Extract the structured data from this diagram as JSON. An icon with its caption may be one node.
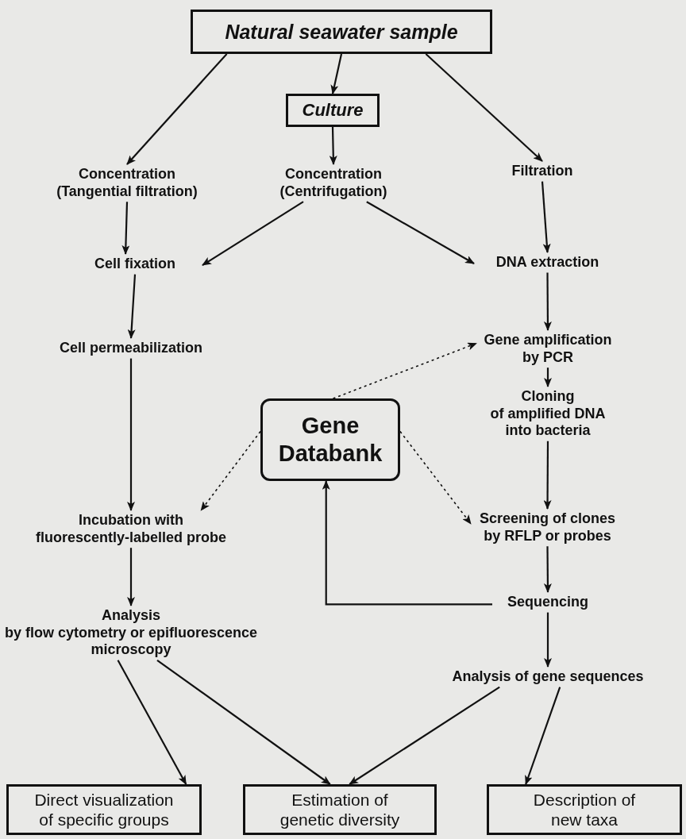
{
  "diagram": {
    "nodes": [
      {
        "text": [
          "Natural seawater sample"
        ]
      },
      {
        "text": [
          "Culture"
        ]
      },
      {
        "text": [
          "Concentration (Tangential filtration)"
        ]
      },
      {
        "text": [
          "Concentration (Centrifugation)"
        ]
      },
      {
        "text": [
          "Filtration"
        ]
      },
      {
        "text": [
          "Cell fixation"
        ]
      },
      {
        "text": [
          "DNA extraction"
        ]
      },
      {
        "text": [
          "Cell permeabilization"
        ]
      },
      {
        "text": [
          "Gene amplification by PCR"
        ]
      },
      {
        "text": [
          "Gene Databank"
        ]
      },
      {
        "text": [
          "Cloning",
          "of amplified DNA into bacteria"
        ]
      },
      {
        "text": [
          "Incubation with fluorescently-labelled probe"
        ]
      },
      {
        "text": [
          "Screening of clones by RFLP or probes"
        ]
      },
      {
        "text": [
          "Sequencing"
        ]
      },
      {
        "text": [
          "Analysis",
          "by flow cytometry or epifluorescence microscopy"
        ]
      },
      {
        "text": [
          "Analysis of gene sequences"
        ]
      },
      {
        "text": [
          "Direct visualization of specific groups"
        ]
      },
      {
        "text": [
          "Estimation of genetic diversity"
        ]
      },
      {
        "text": [
          "Description of new taxa"
        ]
      }
    ],
    "edges": [
      {
        "from": 0,
        "to": 2,
        "arrow": "to"
      },
      {
        "from": 0,
        "to": 1,
        "arrow": "to"
      },
      {
        "from": 0,
        "to": 4,
        "arrow": "to"
      },
      {
        "from": 1,
        "to": 3,
        "arrow": "to"
      },
      {
        "from": 2,
        "to": 5,
        "arrow": "to"
      },
      {
        "from": 3,
        "to": 5,
        "arrow": "to"
      },
      {
        "from": 3,
        "to": 6,
        "arrow": "to"
      },
      {
        "from": 4,
        "to": 6,
        "arrow": "to"
      },
      {
        "from": 5,
        "to": 7,
        "arrow": "to"
      },
      {
        "from": 6,
        "to": 8,
        "arrow": "to"
      },
      {
        "from": 7,
        "to": 11,
        "arrow": "to"
      },
      {
        "from": 9,
        "to": 8,
        "arrow": "to",
        "style": "dashed"
      },
      {
        "from": 9,
        "to": 11,
        "arrow": "to",
        "style": "dashed"
      },
      {
        "from": 9,
        "to": 12,
        "arrow": "to",
        "style": "dashed"
      },
      {
        "from": 8,
        "to": 10,
        "arrow": "to"
      },
      {
        "from": 10,
        "to": 12,
        "arrow": "to"
      },
      {
        "from": 12,
        "to": 13,
        "arrow": "to"
      },
      {
        "from": 13,
        "to": 9,
        "arrow": "to"
      },
      {
        "from": 13,
        "to": 15,
        "arrow": "to"
      },
      {
        "from": 11,
        "to": 14,
        "arrow": "to"
      },
      {
        "from": 14,
        "to": 16,
        "arrow": "to"
      },
      {
        "from": 14,
        "to": 17,
        "arrow": "to"
      },
      {
        "from": 15,
        "to": 17,
        "arrow": "to"
      },
      {
        "from": 15,
        "to": 18,
        "arrow": "to"
      }
    ]
  }
}
